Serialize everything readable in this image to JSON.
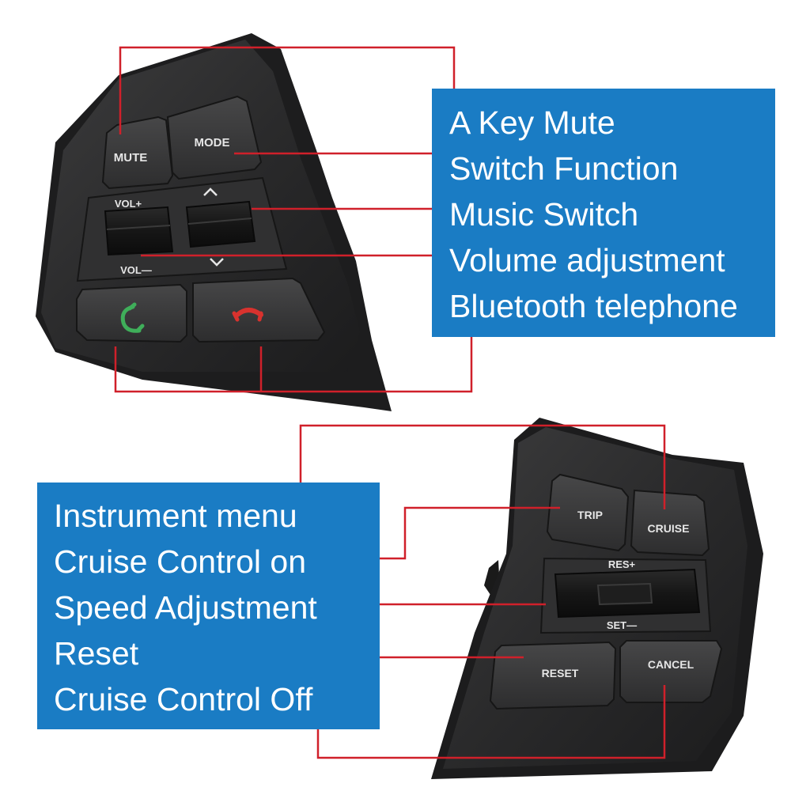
{
  "top_panel": {
    "buttons": {
      "mute": "MUTE",
      "mode": "MODE",
      "vol_plus": "VOL+",
      "vol_minus": "VOL—"
    },
    "labels": [
      "A Key Mute",
      "Switch Function",
      "Music Switch",
      "Volume adjustment",
      "Bluetooth telephone"
    ]
  },
  "bottom_panel": {
    "buttons": {
      "trip": "TRIP",
      "cruise": "CRUISE",
      "res_plus": "RES+",
      "set_minus": "SET—",
      "reset": "RESET",
      "cancel": "CANCEL"
    },
    "labels": [
      "Instrument menu",
      "Cruise Control on",
      "Speed Adjustment",
      "Reset",
      "Cruise Control Off"
    ]
  },
  "colors": {
    "label_box": "#1a7cc4",
    "leader_line": "#d0202a",
    "panel_body": "#2b2b2c",
    "button_face": "#3a3a3b",
    "call_icon": "#3fae5a",
    "hangup_icon": "#d8322e"
  },
  "icons": {
    "call": "phone-pickup-icon",
    "hangup": "phone-hangup-icon",
    "up": "chevron-up-icon",
    "down": "chevron-down-icon"
  }
}
